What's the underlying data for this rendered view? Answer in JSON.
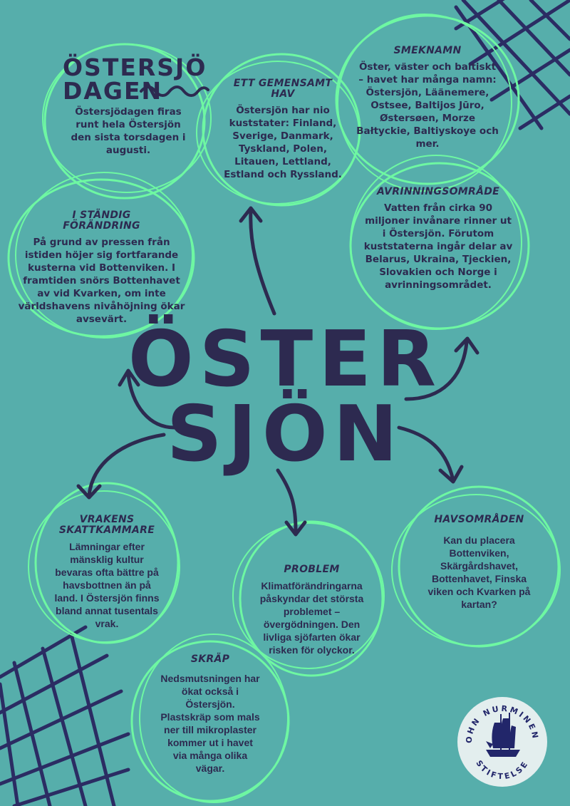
{
  "colors": {
    "background": "#56aeab",
    "ink": "#2d2a50",
    "circle": "#6ef7a2",
    "net": "#2b2c63"
  },
  "logo": {
    "line1": "ÖSTERSJÖ",
    "line2": "DAGEN"
  },
  "title": {
    "line1": "ÖSTER",
    "line2": "SJÖN"
  },
  "bubbles": {
    "dagen": {
      "text": "Östersjödagen firas runt hela Östersjön den sista torsdagen i augusti."
    },
    "hav": {
      "heading": "Ett gemensamt hav",
      "text": "Östersjön har nio kuststater: Finland, Sverige, Danmark, Tyskland, Polen, Litauen, Lettland, Estland och Ryssland."
    },
    "smeknamn": {
      "heading": "Smeknamn",
      "text": "Öster, väster och baltiskt – havet har många namn: Östersjön, Läänemere, Ostsee, Baltijos Jūro, Østersøen, Morze Bałtyckie, Baltiyskoye och mer."
    },
    "avrinning": {
      "heading": "Avrinningsområde",
      "text": "Vatten från cirka 90 miljoner invånare rinner ut i Östersjön. Förutom kuststaterna ingår delar av Belarus, Ukraina, Tjeckien, Slovakien och Norge i avrinningsområdet."
    },
    "forandring": {
      "heading": "I ständig förändring",
      "text": "På grund av pressen från istiden höjer sig fortfarande kusterna vid Bottenviken. I framtiden snörs Bottenhavet av vid Kvarken, om inte världshavens nivåhöjning ökar avsevärt."
    },
    "vrak": {
      "heading": "Vrakens skattkammare",
      "text": "Lämningar efter mänsklig kultur bevaras ofta bättre på havsbottnen än på land. I Östersjön finns bland annat tusentals vrak."
    },
    "problem": {
      "heading": "Problem",
      "text": "Klimatförändringarna påskyndar det största problemet – övergödningen. Den livliga sjöfarten ökar risken för olyckor."
    },
    "havsomraden": {
      "heading": "Havsområden",
      "text": "Kan du placera Bottenviken, Skärgårdshavet, Bottenhavet, Finska viken och Kvarken på kartan?"
    },
    "skrap": {
      "heading": "Skräp",
      "text": "Nedsmutsningen har ökat också i Östersjön. Plastskräp som mals ner till mikroplaster kommer ut i havet via många olika vägar."
    }
  },
  "seal": {
    "top": "JOHN NURMINENS",
    "bottom": "STIFTELSE"
  }
}
